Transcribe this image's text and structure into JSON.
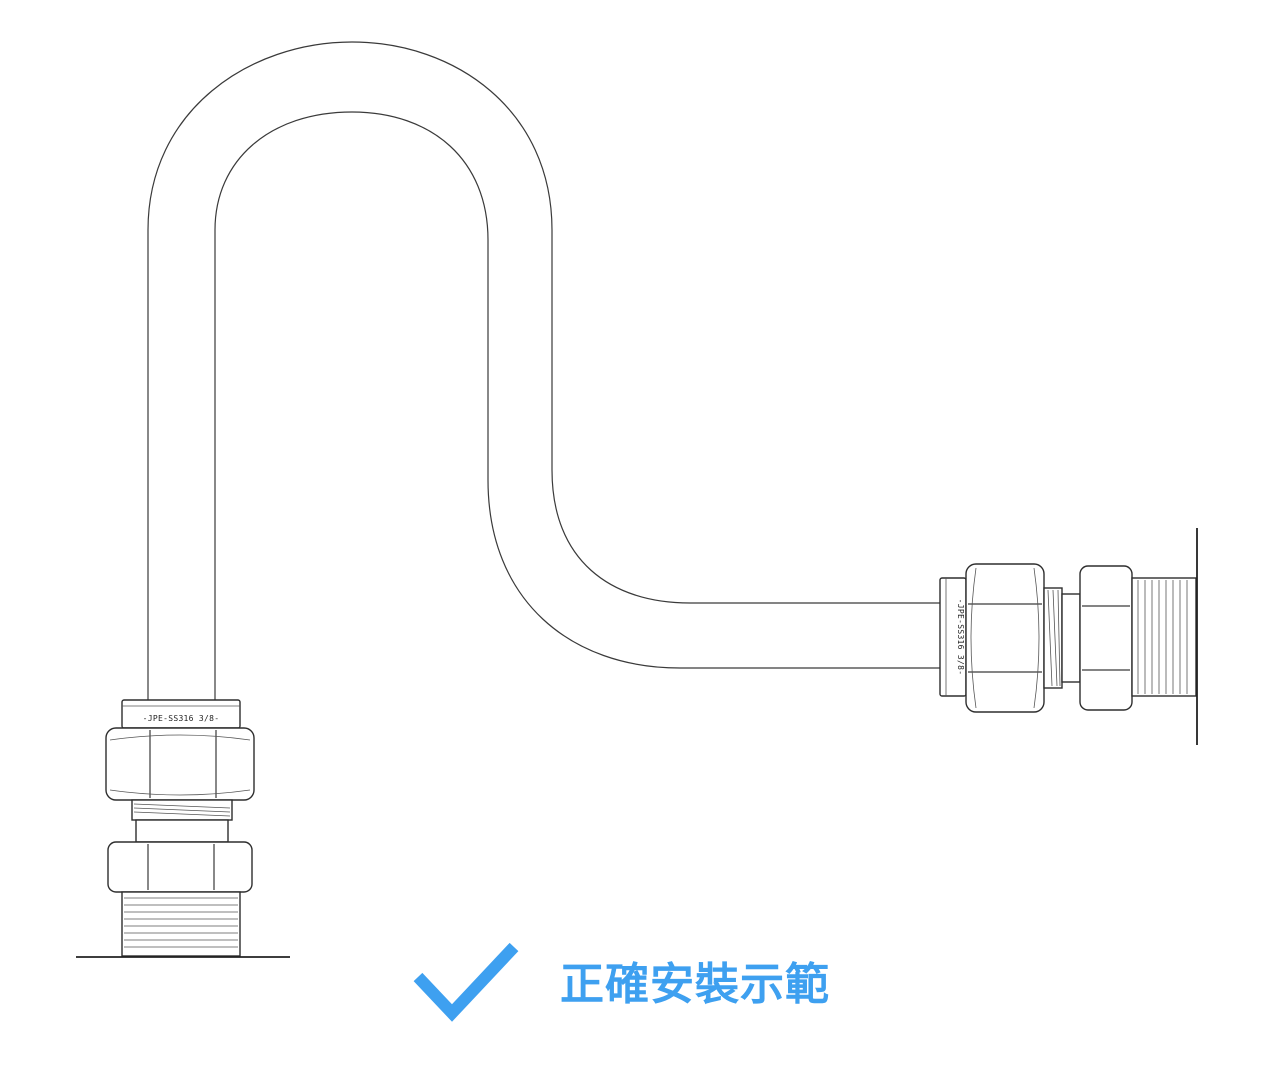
{
  "caption": {
    "text": "正確安裝示範",
    "color": "#3ea0f0",
    "icon": "checkmark-icon"
  },
  "fittings": {
    "left_marking": "-JPE-SS316 3/8-",
    "right_marking": "-JPE-SS316 3/8-"
  }
}
